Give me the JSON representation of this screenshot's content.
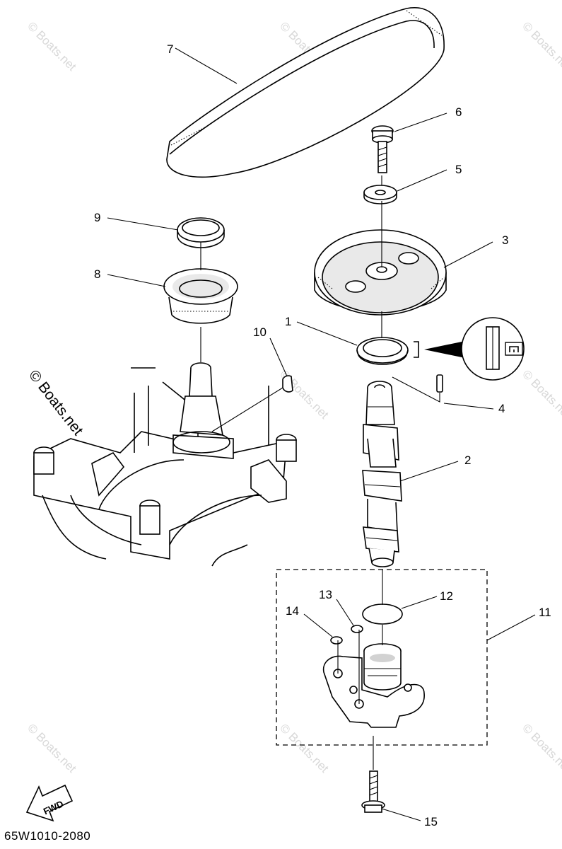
{
  "diagram": {
    "part_number_code": "65W1010-2080",
    "copyright_notice": "© Boats.net",
    "watermark_text": "© Boats.net",
    "fwd_label": "FWD",
    "callouts": [
      {
        "id": "1",
        "label": "1"
      },
      {
        "id": "2",
        "label": "2"
      },
      {
        "id": "3",
        "label": "3"
      },
      {
        "id": "4",
        "label": "4"
      },
      {
        "id": "5",
        "label": "5"
      },
      {
        "id": "6",
        "label": "6"
      },
      {
        "id": "7",
        "label": "7"
      },
      {
        "id": "8",
        "label": "8"
      },
      {
        "id": "9",
        "label": "9"
      },
      {
        "id": "10",
        "label": "10"
      },
      {
        "id": "11",
        "label": "11"
      },
      {
        "id": "12",
        "label": "12"
      },
      {
        "id": "13",
        "label": "13"
      },
      {
        "id": "14",
        "label": "14"
      },
      {
        "id": "15",
        "label": "15"
      }
    ],
    "colors": {
      "line": "#000000",
      "watermark": "#d8d8d8",
      "shade": "#e9e9e9"
    }
  }
}
